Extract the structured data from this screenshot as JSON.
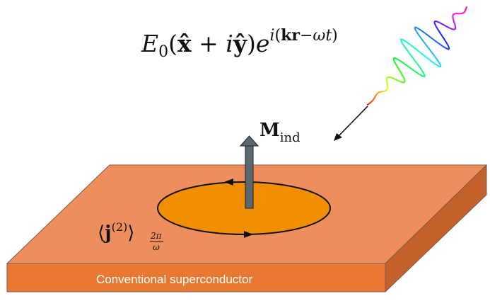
{
  "formula": {
    "amplitude": "E",
    "amplitude_sub": "0",
    "open": "(",
    "x_hat": "x̂",
    "plus": " + ",
    "i": "i",
    "y_hat": "ŷ",
    "close": ")",
    "exp_base": "e",
    "exp_i": "i",
    "exp_open": "(",
    "exp_kr": "kr",
    "exp_minus": "−",
    "exp_omega": "ωt",
    "exp_close": ")"
  },
  "magnetization": {
    "symbol": "M",
    "subscript": "ind"
  },
  "current": {
    "open": "⟨",
    "j": "j",
    "sup": "(2)",
    "close": "⟩",
    "avg_num": "2π",
    "avg_den": "ω"
  },
  "slab": {
    "label": "Conventional superconductor"
  },
  "colors": {
    "slab_top": "#ED8E5C",
    "slab_front": "#E97932",
    "slab_side": "#C4612A",
    "disk": "#F28F00",
    "arrow": "#5A6870",
    "label_text": "#FFFFFF"
  }
}
